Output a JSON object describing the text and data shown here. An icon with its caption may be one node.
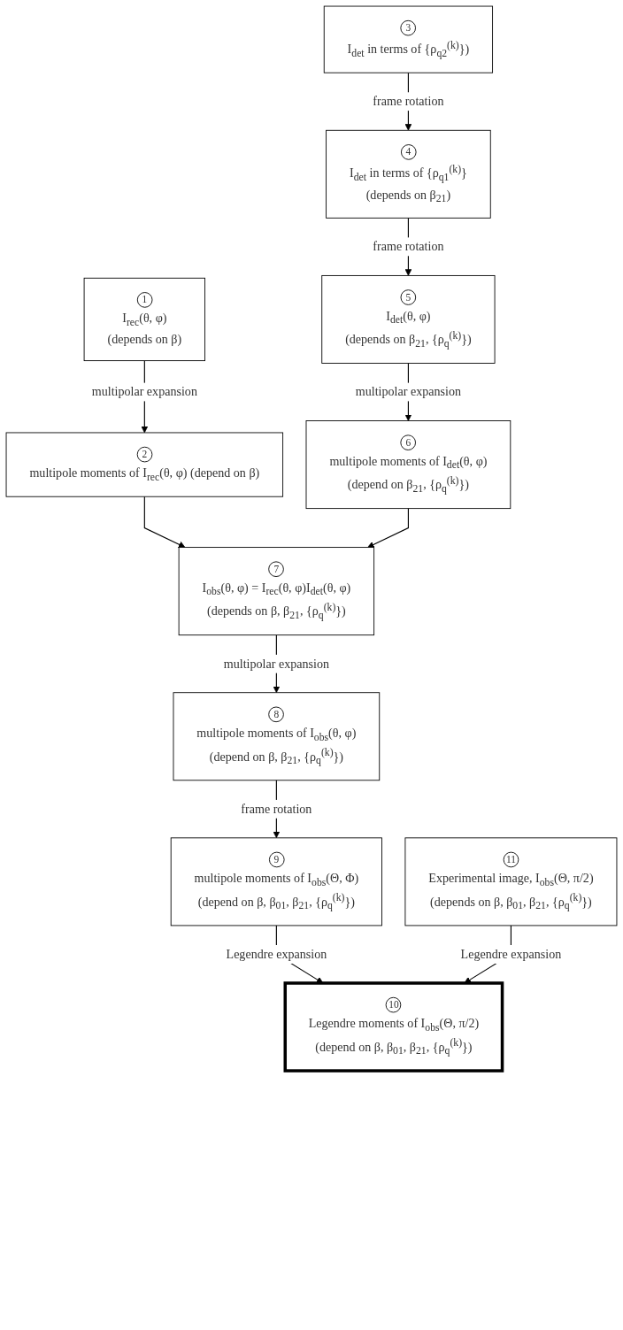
{
  "diagram": {
    "nodes": [
      {
        "text": [
          "1",
          "I$_{rec}$(θ, φ)",
          "(depends on β)"
        ]
      },
      {
        "text": [
          "2",
          "multipole moments of I$_{rec}$(θ, φ) (depend on β)"
        ]
      },
      {
        "text": [
          "3",
          "I$_{det}$ in terms of {ρ$_{q2}$$^{(k)}$})"
        ]
      },
      {
        "text": [
          "4",
          "I$_{det}$ in terms of {ρ$_{q1}$$^{(k)}$}",
          "(depends on β$_{21}$)"
        ]
      },
      {
        "text": [
          "5",
          "I$_{det}$(θ, φ)",
          "(depends on β$_{21}$, {ρ$_{q}$$^{(k)}$})"
        ]
      },
      {
        "text": [
          "6",
          "multipole moments of I$_{det}$(θ, φ)",
          "(depend on β$_{21}$, {ρ$_{q}$$^{(k)}$})"
        ]
      },
      {
        "text": [
          "7",
          "I$_{obs}$(θ, φ) = I$_{rec}$(θ, φ)I$_{det}$(θ, φ)",
          "(depends on β, β$_{21}$, {ρ$_{q}$$^{(k)}$})"
        ]
      },
      {
        "text": [
          "8",
          "multipole moments of I$_{obs}$(θ, φ)",
          "(depend on β, β$_{21}$, {ρ$_{q}$$^{(k)}$})"
        ]
      },
      {
        "text": [
          "9",
          "multipole moments of I$_{obs}$(Θ, Φ)",
          "(depend on β, β$_{01}$, β$_{21}$, {ρ$_{q}$$^{(k)}$})"
        ]
      },
      {
        "text": [
          "10",
          "Legendre moments of I$_{obs}$(Θ, π/2)",
          "(depend on β, β$_{01}$, β$_{21}$, {ρ$_{q}$$^{(k)}$})"
        ]
      },
      {
        "text": [
          "11",
          "Experimental image, I$_{obs}$(Θ, π/2)",
          "(depends on β, β$_{01}$, β$_{21}$, {ρ$_{q}$$^{(k)}$})"
        ]
      }
    ],
    "edges": [
      {
        "from": 0,
        "to": 1,
        "arrow": "to",
        "label": "multipolar expansion"
      },
      {
        "from": 2,
        "to": 3,
        "arrow": "to",
        "label": "frame rotation"
      },
      {
        "from": 3,
        "to": 4,
        "arrow": "to",
        "label": "frame rotation"
      },
      {
        "from": 4,
        "to": 5,
        "arrow": "to",
        "label": "multipolar expansion"
      },
      {
        "from": 1,
        "to": 6,
        "arrow": "to"
      },
      {
        "from": 5,
        "to": 6,
        "arrow": "to"
      },
      {
        "from": 6,
        "to": 7,
        "arrow": "to",
        "label": "multipolar expansion"
      },
      {
        "from": 7,
        "to": 8,
        "arrow": "to",
        "label": "frame rotation"
      },
      {
        "from": 8,
        "to": 9,
        "arrow": "to",
        "label": "Legendre expansion"
      },
      {
        "from": 10,
        "to": 9,
        "arrow": "to",
        "label": "Legendre expansion"
      }
    ]
  }
}
